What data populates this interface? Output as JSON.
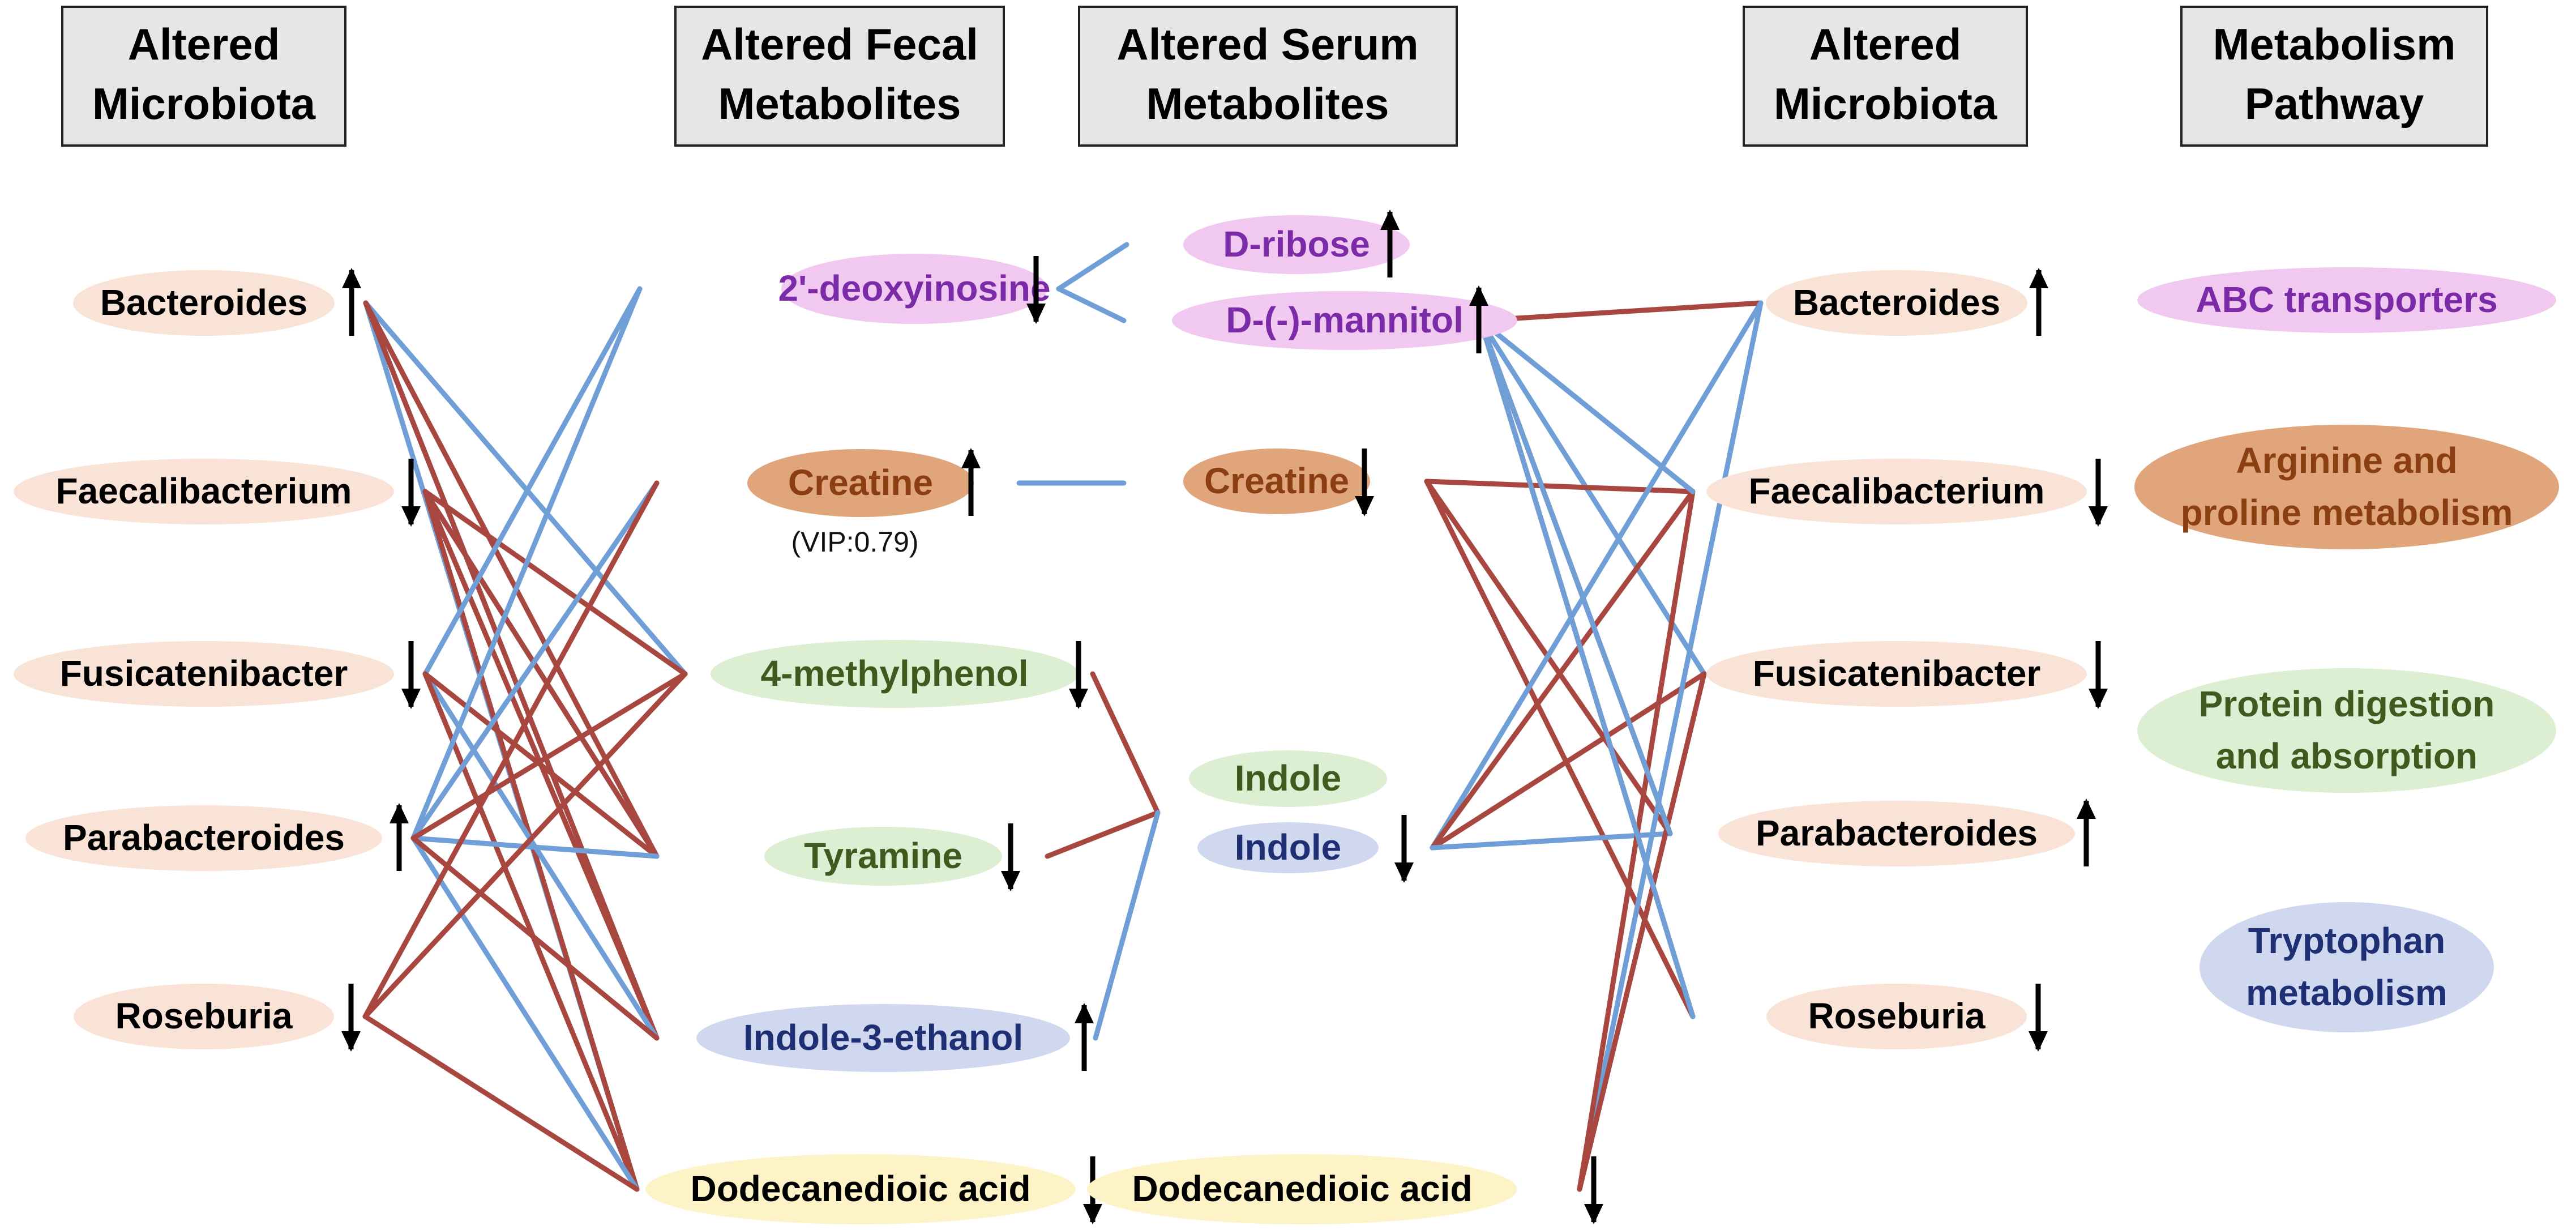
{
  "colors": {
    "blue_link": "#6f9fd6",
    "red_link": "#a8473f",
    "microbe_fill": "#f8e3d6",
    "microbe_text": "#000000",
    "purple_fill": "#f0c8f0",
    "purple_text": "#7b2aa8",
    "orange_fill": "#e0a57a",
    "orange_text": "#8a3e12",
    "green_fill": "#dcefd2",
    "green_text": "#3f5a1e",
    "blue_fill": "#cfd8ef",
    "blue_text": "#1f2f73",
    "blue_fill_dark": "#c9d0ee",
    "yellow_fill": "#fdf3c6",
    "yellow_text": "#000000"
  },
  "headers": {
    "col1": [
      "Altered",
      "Microbiota"
    ],
    "col2": [
      "Altered Fecal",
      "Metabolites"
    ],
    "col3": [
      "Altered Serum",
      "Metabolites"
    ],
    "col4": [
      "Altered",
      "Microbiota"
    ],
    "col5": [
      "Metabolism",
      "Pathway"
    ]
  },
  "left_microbiota": [
    {
      "id": "bacteroides",
      "label": "Bacteroides",
      "direction": "up"
    },
    {
      "id": "faecalibacterium",
      "label": "Faecalibacterium",
      "direction": "down"
    },
    {
      "id": "fusicatenibacter",
      "label": "Fusicatenibacter",
      "direction": "down"
    },
    {
      "id": "parabacteroides",
      "label": "Parabacteroides",
      "direction": "up"
    },
    {
      "id": "roseburia",
      "label": "Roseburia",
      "direction": "down"
    }
  ],
  "fecal_metabolites": [
    {
      "id": "deoxyinosine",
      "label": "2'-deoxyinosine",
      "direction": "down",
      "group": "purple"
    },
    {
      "id": "creatine_f",
      "label": "Creatine",
      "direction": "up",
      "group": "orange",
      "note": "(VIP:0.79)"
    },
    {
      "id": "methylphenol",
      "label": "4-methylphenol",
      "direction": "down",
      "group": "green"
    },
    {
      "id": "tyramine",
      "label": "Tyramine",
      "direction": "down",
      "group": "green"
    },
    {
      "id": "indole3ethanol",
      "label": "Indole-3-ethanol",
      "direction": "up",
      "group": "blue"
    },
    {
      "id": "dodecanedioic_f",
      "label": "Dodecanedioic acid",
      "direction": "down",
      "group": "yellow"
    }
  ],
  "serum_metabolites": [
    {
      "id": "dribose",
      "label": "D-ribose",
      "direction": "up",
      "group": "purple"
    },
    {
      "id": "mannitol",
      "label": "D-(-)-mannitol",
      "direction": "up",
      "group": "purple"
    },
    {
      "id": "creatine_s",
      "label": "Creatine",
      "direction": "down",
      "group": "orange"
    },
    {
      "id": "indole_g",
      "label": "Indole",
      "direction": "",
      "group": "green"
    },
    {
      "id": "indole_b",
      "label": "Indole",
      "direction": "down",
      "group": "blue"
    },
    {
      "id": "dodecanedioic_s",
      "label": "Dodecanedioic acid",
      "direction": "down",
      "group": "yellow"
    }
  ],
  "right_microbiota": [
    {
      "id": "bacteroides",
      "label": "Bacteroides",
      "direction": "up"
    },
    {
      "id": "faecalibacterium",
      "label": "Faecalibacterium",
      "direction": "down"
    },
    {
      "id": "fusicatenibacter",
      "label": "Fusicatenibacter",
      "direction": "down"
    },
    {
      "id": "parabacteroides",
      "label": "Parabacteroides",
      "direction": "up"
    },
    {
      "id": "roseburia",
      "label": "Roseburia",
      "direction": "down"
    }
  ],
  "pathways": [
    {
      "id": "abc",
      "lines": [
        "ABC transporters"
      ],
      "group": "purple"
    },
    {
      "id": "arginine",
      "lines": [
        "Arginine and",
        "proline metabolism"
      ],
      "group": "orange"
    },
    {
      "id": "protein",
      "lines": [
        "Protein digestion",
        "and absorption"
      ],
      "group": "green"
    },
    {
      "id": "tryptophan",
      "lines": [
        "Tryptophan",
        "metabolism"
      ],
      "group": "blue"
    }
  ],
  "links_left": [
    {
      "from": "bacteroides",
      "to": "methylphenol",
      "color": "blue"
    },
    {
      "from": "bacteroides",
      "to": "indole3ethanol",
      "color": "blue"
    },
    {
      "from": "bacteroides",
      "to": "dodecanedioic_f",
      "color": "blue"
    },
    {
      "from": "bacteroides",
      "to": "tyramine",
      "color": "red"
    },
    {
      "from": "bacteroides",
      "to": "indole3ethanol",
      "color": "red"
    },
    {
      "from": "faecalibacterium",
      "to": "tyramine",
      "color": "blue"
    },
    {
      "from": "faecalibacterium",
      "to": "methylphenol",
      "color": "red"
    },
    {
      "from": "faecalibacterium",
      "to": "tyramine",
      "color": "red"
    },
    {
      "from": "faecalibacterium",
      "to": "indole3ethanol",
      "color": "red"
    },
    {
      "from": "faecalibacterium",
      "to": "dodecanedioic_f",
      "color": "red"
    },
    {
      "from": "fusicatenibacter",
      "to": "deoxyinosine",
      "color": "blue"
    },
    {
      "from": "fusicatenibacter",
      "to": "indole3ethanol",
      "color": "blue"
    },
    {
      "from": "fusicatenibacter",
      "to": "tyramine",
      "color": "red"
    },
    {
      "from": "fusicatenibacter",
      "to": "dodecanedioic_f",
      "color": "red"
    },
    {
      "from": "parabacteroides",
      "to": "deoxyinosine",
      "color": "blue"
    },
    {
      "from": "parabacteroides",
      "to": "creatine_f",
      "color": "blue"
    },
    {
      "from": "parabacteroides",
      "to": "tyramine",
      "color": "blue"
    },
    {
      "from": "parabacteroides",
      "to": "dodecanedioic_f",
      "color": "blue"
    },
    {
      "from": "parabacteroides",
      "to": "methylphenol",
      "color": "red"
    },
    {
      "from": "parabacteroides",
      "to": "indole3ethanol",
      "color": "red"
    },
    {
      "from": "roseburia",
      "to": "dodecanedioic_f",
      "color": "red"
    },
    {
      "from": "roseburia",
      "to": "creatine_f",
      "color": "red"
    },
    {
      "from": "roseburia",
      "to": "methylphenol",
      "color": "red"
    }
  ],
  "links_right": [
    {
      "from": "mannitol",
      "to": "bacteroides",
      "color": "red"
    },
    {
      "from": "mannitol",
      "to": "faecalibacterium",
      "color": "blue"
    },
    {
      "from": "mannitol",
      "to": "fusicatenibacter",
      "color": "blue"
    },
    {
      "from": "mannitol",
      "to": "parabacteroides",
      "color": "red"
    },
    {
      "from": "mannitol",
      "to": "roseburia",
      "color": "red"
    },
    {
      "from": "creatine_s",
      "to": "faecalibacterium",
      "color": "red"
    },
    {
      "from": "creatine_s",
      "to": "parabacteroides",
      "color": "red"
    },
    {
      "from": "creatine_s",
      "to": "roseburia",
      "color": "red"
    },
    {
      "from": "indole_b",
      "to": "bacteroides",
      "color": "blue"
    },
    {
      "from": "indole_b",
      "to": "faecalibacterium",
      "color": "red"
    },
    {
      "from": "indole_b",
      "to": "fusicatenibacter",
      "color": "red"
    },
    {
      "from": "indole_b",
      "to": "parabacteroides",
      "color": "blue"
    },
    {
      "from": "dodecanedioic_s",
      "to": "bacteroides",
      "color": "blue"
    },
    {
      "from": "dodecanedioic_s",
      "to": "faecalibacterium",
      "color": "red"
    },
    {
      "from": "dodecanedioic_s",
      "to": "fusicatenibacter",
      "color": "red"
    },
    {
      "from": "roseburia",
      "to": "mannitol",
      "color": "blue"
    },
    {
      "from": "parabacteroides",
      "to": "mannitol",
      "color": "blue"
    },
    {
      "from": "faecalibacterium",
      "to": "mannitol",
      "color": "blue"
    }
  ],
  "links_fecal_serum": [
    {
      "from": "deoxyinosine",
      "to": "dribose",
      "color": "blue"
    },
    {
      "from": "deoxyinosine",
      "to": "mannitol",
      "color": "blue"
    },
    {
      "from": "creatine_f",
      "to": "creatine_s",
      "color": "blue"
    },
    {
      "from": "methylphenol",
      "to": "indole_g",
      "color": "red"
    },
    {
      "from": "tyramine",
      "to": "indole_g",
      "color": "red"
    },
    {
      "from": "indole3ethanol",
      "to": "indole_g",
      "color": "blue"
    }
  ]
}
